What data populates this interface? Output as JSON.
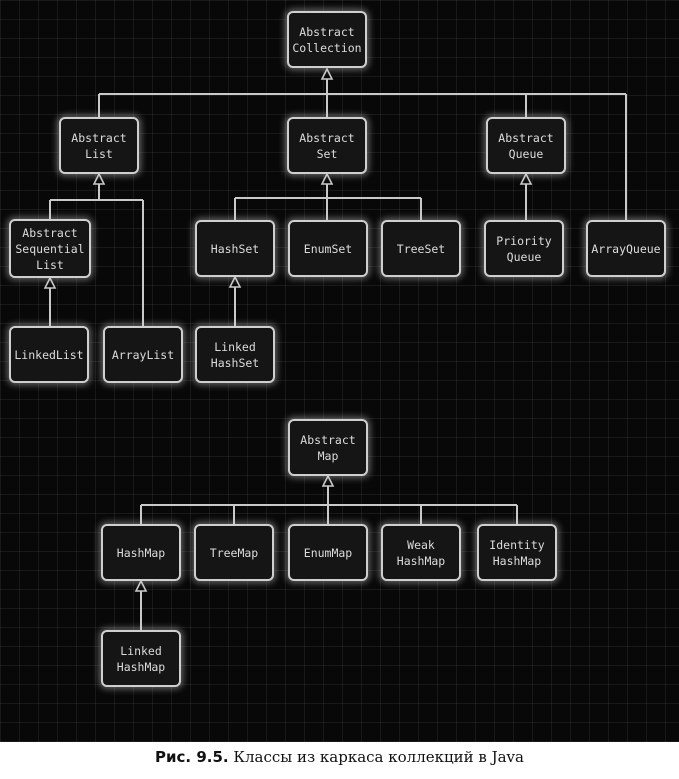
{
  "diagram": {
    "nodes": {
      "abstract_collection": "Abstract\nCollection",
      "abstract_list": "Abstract\nList",
      "abstract_set": "Abstract\nSet",
      "abstract_queue": "Abstract\nQueue",
      "abstract_sequential_list": "Abstract\nSequential\nList",
      "hash_set": "HashSet",
      "enum_set": "EnumSet",
      "tree_set": "TreeSet",
      "priority_queue": "Priority\nQueue",
      "array_queue": "ArrayQueue",
      "linked_list": "LinkedList",
      "array_list": "ArrayList",
      "linked_hash_set": "Linked\nHashSet",
      "abstract_map": "Abstract\nMap",
      "hash_map": "HashMap",
      "tree_map": "TreeMap",
      "enum_map": "EnumMap",
      "weak_hash_map": "Weak\nHashMap",
      "identity_hash_map": "Identity\nHashMap",
      "linked_hash_map": "Linked\nHashMap"
    },
    "edges": [
      [
        "abstract_list",
        "abstract_collection"
      ],
      [
        "abstract_set",
        "abstract_collection"
      ],
      [
        "abstract_queue",
        "abstract_collection"
      ],
      [
        "array_queue",
        "abstract_collection"
      ],
      [
        "abstract_sequential_list",
        "abstract_list"
      ],
      [
        "array_list",
        "abstract_list"
      ],
      [
        "linked_list",
        "abstract_sequential_list"
      ],
      [
        "hash_set",
        "abstract_set"
      ],
      [
        "enum_set",
        "abstract_set"
      ],
      [
        "tree_set",
        "abstract_set"
      ],
      [
        "priority_queue",
        "abstract_queue"
      ],
      [
        "linked_hash_set",
        "hash_set"
      ],
      [
        "hash_map",
        "abstract_map"
      ],
      [
        "tree_map",
        "abstract_map"
      ],
      [
        "enum_map",
        "abstract_map"
      ],
      [
        "weak_hash_map",
        "abstract_map"
      ],
      [
        "identity_hash_map",
        "abstract_map"
      ],
      [
        "linked_hash_map",
        "hash_map"
      ]
    ]
  },
  "caption": {
    "label": "Рис. 9.5.",
    "text": "Классы из каркаса коллекций в Java"
  }
}
